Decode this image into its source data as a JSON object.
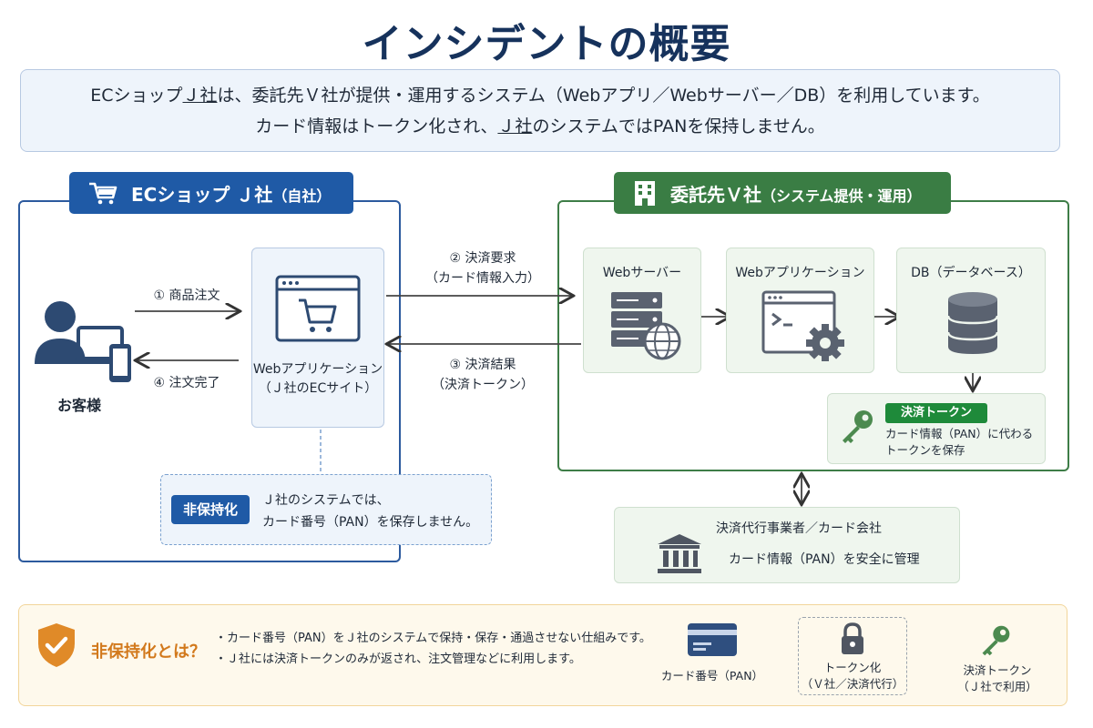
{
  "title": "インシデントの概要",
  "summary": {
    "line1": {
      "a": "ECショップ",
      "u1": "Ｊ社",
      "b": "は、委託先Ｖ社が提供・運用するシステム（Webアプリ／Webサーバー／DB）を利用しています。"
    },
    "line2": {
      "a": "カード情報はトークン化され、",
      "u2": "Ｊ社",
      "b": "のシステムではPANを保持しません。"
    }
  },
  "j_group": {
    "header": "ECショップ Ｊ社",
    "header_sub": "（自社）"
  },
  "v_group": {
    "header": "委託先Ｖ社",
    "header_sub": "（システム提供・運用）"
  },
  "customer": {
    "label": "お客様"
  },
  "flows": {
    "order": "① 商品注文",
    "complete": "④ 注文完了",
    "request_1": "② 決済要求",
    "request_2": "（カード情報入力）",
    "result_1": "③ 決済結果",
    "result_2": "（決済トークン）"
  },
  "ec_webapp": {
    "line1": "Webアプリケーション",
    "line2": "（Ｊ社のECサイト）"
  },
  "non_holding": {
    "badge": "非保持化",
    "line1": "Ｊ社のシステムでは、",
    "line2": "カード番号（PAN）を保存しません。"
  },
  "v_components": {
    "server": "Webサーバー",
    "app": "Webアプリケーション",
    "db": "DB（データベース）"
  },
  "token_store": {
    "badge": "決済トークン",
    "line1": "カード情報（PAN）に代わる",
    "line2": "トークンを保存"
  },
  "payment_provider": {
    "title": "決済代行事業者／カード会社",
    "text": "カード情報（PAN）を安全に管理"
  },
  "explanation": {
    "title": "非保持化とは？",
    "bullet1": "・カード番号（PAN）をＪ社のシステムで保持・保存・通過させない仕組みです。",
    "bullet2": "・Ｊ社には決済トークンのみが返され、注文管理などに利用します。"
  },
  "tokenization_flow": {
    "card": "カード番号（PAN）",
    "tokenize_1": "トークン化",
    "tokenize_2": "（Ｖ社／決済代行）",
    "token_1": "決済トークン",
    "token_2": "（Ｊ社で利用）"
  },
  "colors": {
    "title": "#16325c",
    "j_blue": "#1f5aa6",
    "v_green": "#3a7d44",
    "token_green": "#1e8a3a",
    "accent_orange": "#d2791c"
  }
}
